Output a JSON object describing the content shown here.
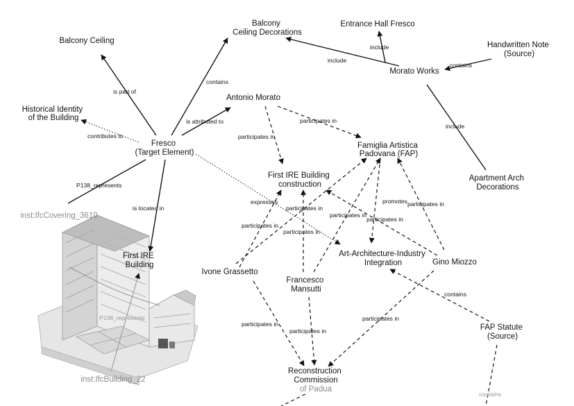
{
  "nodes": {
    "balcony_ceiling_decorations": [
      "Balcony",
      "Ceiling Decorations"
    ],
    "entrance_hall_fresco": [
      "Entrance Hall Fresco"
    ],
    "balcony_ceiling": [
      "Balcony Ceiling"
    ],
    "handwritten_note": [
      "Handwritten Note",
      "(Source)"
    ],
    "morato_works": [
      "Morato Works"
    ],
    "antonio_morato": [
      "Antonio Morato"
    ],
    "historical_identity": [
      "Historical Identity",
      "of the Building"
    ],
    "fresco": [
      "Fresco",
      "(Target Element)"
    ],
    "famiglia_artistica": [
      "Famiglia Artistica",
      "Padovana (FAP)"
    ],
    "first_ire_construction": [
      "First IRE Building",
      "construction"
    ],
    "apartment_arch": [
      "Apartment Arch",
      "Decorations"
    ],
    "ifc_covering": [
      "inst:IfcCovering_3610"
    ],
    "first_ire_building": [
      "First IRE",
      "Building"
    ],
    "art_architecture": [
      "Art-Architecture-Industry",
      "Integration"
    ],
    "gino_miozzo": [
      "Gino Miozzo"
    ],
    "ivone_grassetto": [
      "Ivone Grassetto"
    ],
    "francesco_mansutti": [
      "Francesco",
      "Mansutti"
    ],
    "fap_statute": [
      "FAP Statute",
      "(Source)"
    ],
    "reconstruction_commission": [
      "Reconstruction",
      "Commission",
      "of Padua"
    ],
    "ifc_building": [
      "inst:IfcBuilding_22"
    ]
  },
  "edges": {
    "include": "include",
    "contains": "contains",
    "is_part_of": "is part of",
    "is_attributed_to": "is attributed to",
    "contributes_to": "contributes to",
    "participates_in": "participates in",
    "p138_represents": "P138_represents",
    "is_located_in": "is located in",
    "expresses": "expresses",
    "promotes": "promotes"
  },
  "icons": {
    "building_model": "building-3d-model-icon"
  }
}
